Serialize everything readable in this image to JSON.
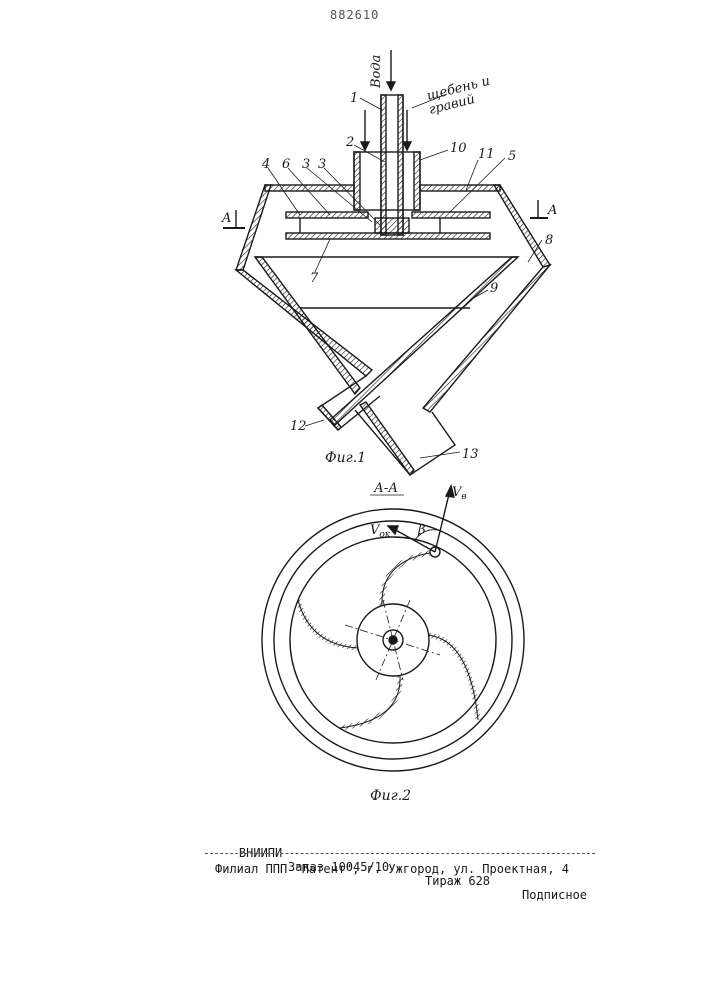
{
  "header": {
    "patent_number": "882610"
  },
  "figure1": {
    "caption": "Фиг.1",
    "inlet_water": "Вода",
    "inlet_gravel_line1": "щебень и",
    "inlet_gravel_line2": "гравий",
    "section_mark": "A",
    "labels": [
      "1",
      "2",
      "3",
      "3",
      "4",
      "5",
      "6",
      "7",
      "8",
      "9",
      "10",
      "11",
      "12",
      "13"
    ]
  },
  "figure2": {
    "caption": "Фиг.2",
    "section_title": "А-А",
    "vector_v": "V",
    "vector_v_sub": "в",
    "vector_vok": "V",
    "vector_vok_sub": "ок",
    "angle": "β"
  },
  "footer": {
    "org": "ВНИИПИ",
    "order": "Заказ 10045/10",
    "circulation": "Тираж 628",
    "subscription": "Подписное",
    "branch": "Филиал ППП \"Патент\", г. Ужгород, ул. Проектная, 4"
  }
}
